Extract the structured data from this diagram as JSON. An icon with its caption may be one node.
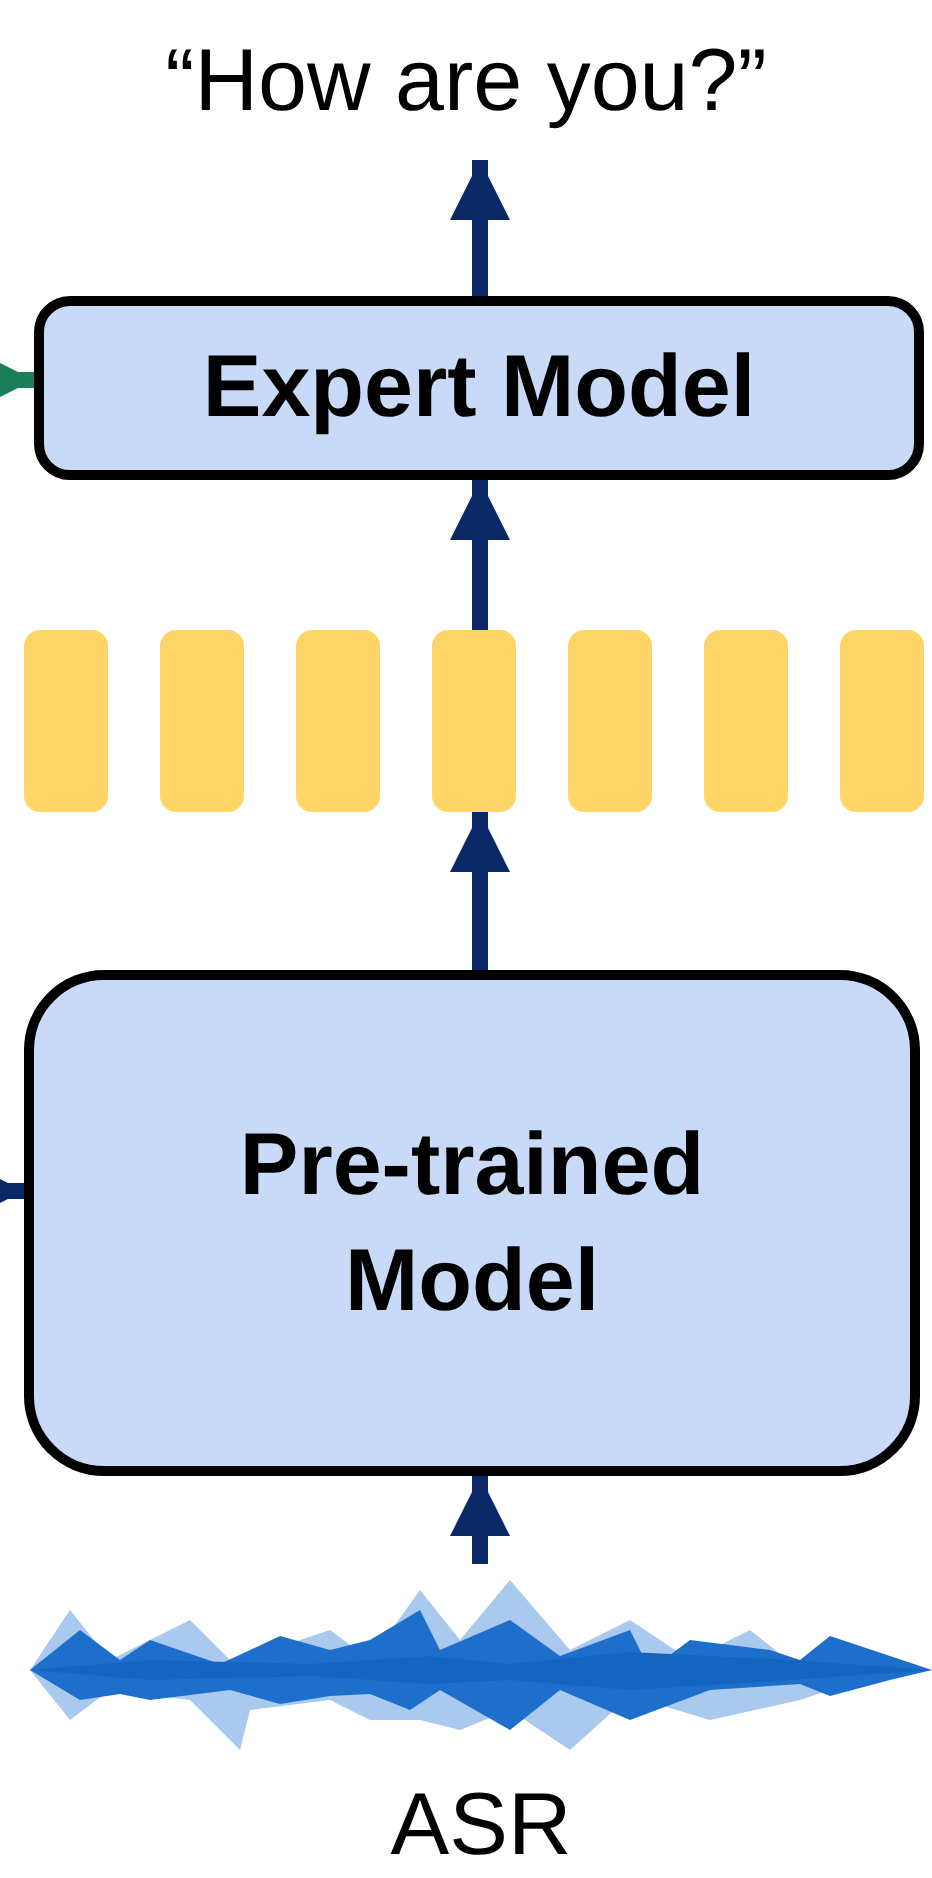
{
  "diagram": {
    "nodes": [
      {
        "text": [
          "“How are you?”"
        ]
      },
      {
        "text": [
          "Expert Model"
        ]
      },
      {
        "text": [],
        "shape": "bar"
      },
      {
        "text": [],
        "shape": "bar"
      },
      {
        "text": [],
        "shape": "bar"
      },
      {
        "text": [],
        "shape": "bar"
      },
      {
        "text": [],
        "shape": "bar"
      },
      {
        "text": [],
        "shape": "bar"
      },
      {
        "text": [],
        "shape": "bar"
      },
      {
        "text": [
          "Pre-trained Model"
        ]
      },
      {
        "text": [],
        "shape": "picture",
        "beside": [
          "ASR"
        ]
      }
    ],
    "edges": [
      {
        "from": 1,
        "to": 0,
        "arrow": "to"
      },
      {
        "from": 5,
        "to": 1,
        "arrow": "to"
      },
      {
        "from": 9,
        "to": 5,
        "arrow": "to"
      },
      {
        "from": 10,
        "to": 9,
        "arrow": "to"
      },
      {
        "from": null,
        "to": 1,
        "arrow": "to",
        "color": "#1b7f5a"
      },
      {
        "from": null,
        "to": 9,
        "arrow": "to"
      }
    ]
  }
}
